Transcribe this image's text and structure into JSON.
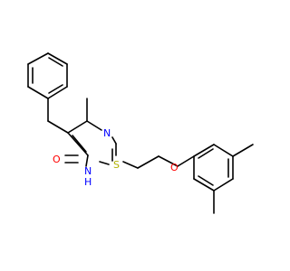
{
  "colors": {
    "background": "#ffffff",
    "bond": "#000000",
    "O": "#ff0000",
    "N": "#0000ff",
    "S": "#b2b200"
  },
  "atoms": {
    "N_ring_top": "N",
    "S_thioether": "S",
    "O_ether": "O",
    "O_carbonyl": "O",
    "N_ring_bottom": "N",
    "H_on_N": "H"
  }
}
